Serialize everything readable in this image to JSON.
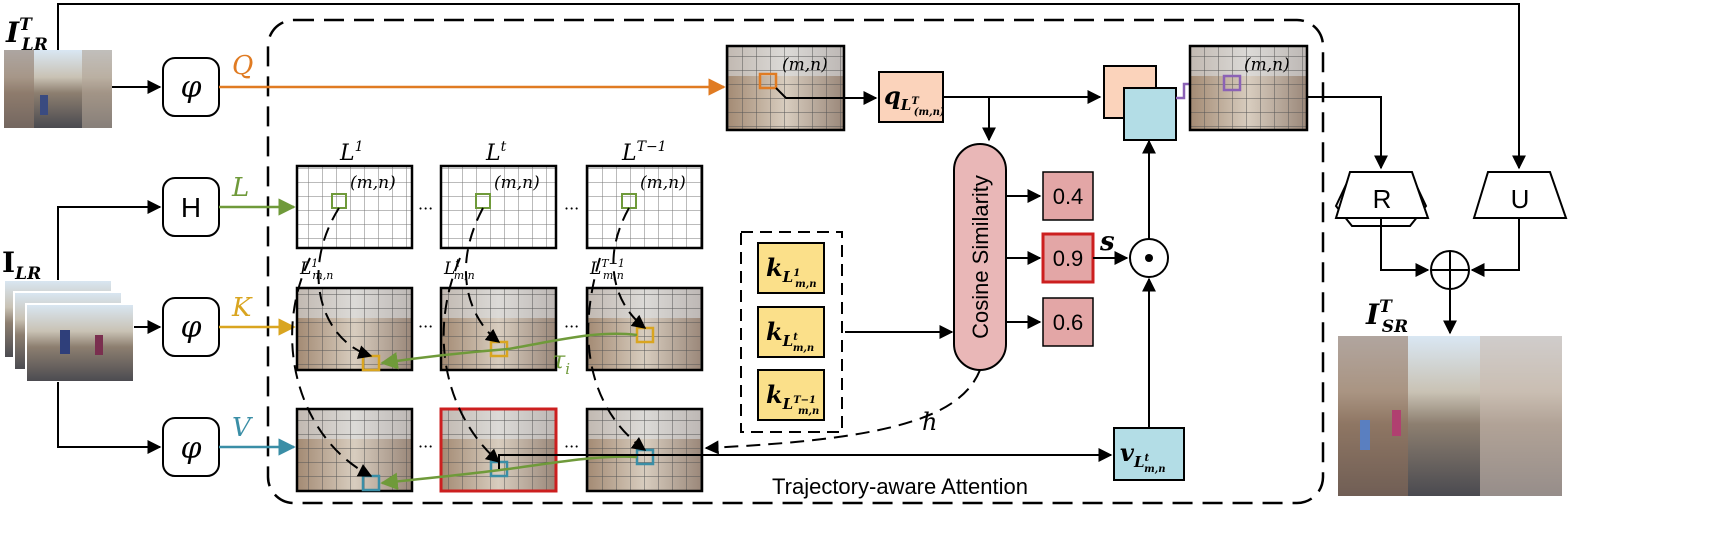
{
  "labels": {
    "input_target": "I",
    "input_target_sup": "T",
    "input_target_sub": "LR",
    "input_seq": "I",
    "input_seq_sub": "LR",
    "output": "I",
    "output_sup": "T",
    "output_sub": "SR",
    "phi_top": "φ",
    "phi_mid": "φ",
    "varphi": "φ",
    "h_module": "H",
    "q_label": "Q",
    "l_label": "L",
    "k_label": "K",
    "v_label": "V",
    "loc1": "L",
    "loc1_sup": "1",
    "loct": "L",
    "loct_sup": "t",
    "locT1": "L",
    "locT1_sup": "T−1",
    "mn": "(m,n)",
    "dots": "···",
    "sub_l1": "L",
    "sub_l1_sup": "1",
    "sub_l1_sub": "m,n",
    "sub_lt": "L",
    "sub_lt_sup": "t",
    "sub_lt_sub": "m,n",
    "sub_lT1": "L",
    "sub_lT1_sup": "T−1",
    "sub_lT1_sub": "m,n",
    "q_box": "q",
    "k_box": "k",
    "v_box": "v",
    "cosine": "Cosine Similarity",
    "score1": "0.4",
    "score2": "0.9",
    "score3": "0.6",
    "s_label": "s",
    "tau": "τ",
    "tau_sub": "i",
    "h_label": "h",
    "traj_attention": "Trajectory-aware Attention",
    "r_module": "R",
    "u_module": "U",
    "odot": "⊙",
    "oplus": "⊕"
  },
  "colors": {
    "orange": "#e07b22",
    "green": "#6f9a3a",
    "gold": "#d9a520",
    "teal": "#3a8ea6",
    "purple": "#8b62b5",
    "query_fill": "#fbd3bb",
    "key_fill": "#fbe08a",
    "value_fill": "#b3dde6",
    "cosine_fill": "#e9b7b7",
    "score_fill": "#e3a6a6",
    "highlight_red": "#cc1f1f"
  }
}
